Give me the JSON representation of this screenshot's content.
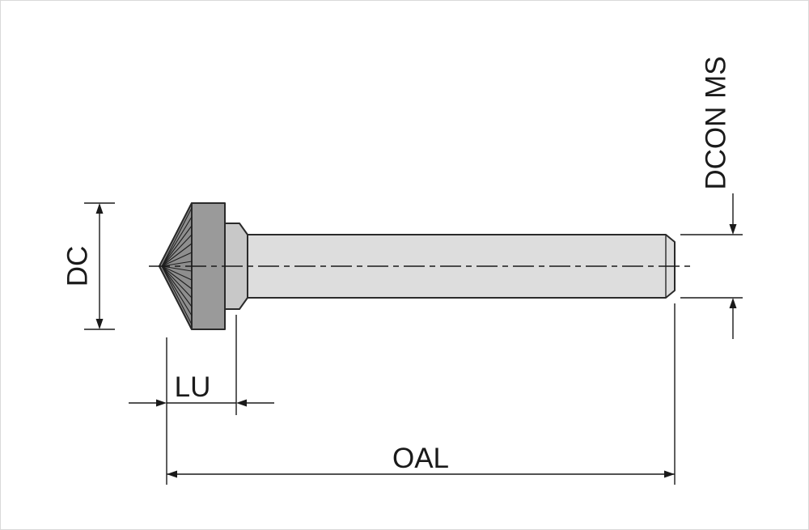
{
  "diagram": {
    "labels": {
      "dc": "DC",
      "lu": "LU",
      "oal": "OAL",
      "dcon_ms": "DCON MS"
    },
    "colors": {
      "line": "#1a1a1a",
      "outline": "#2a2a2a",
      "head_fill": "#9a9a9a",
      "cone_fill": "#8e8e8e",
      "neck_fill": "#c8c8c8",
      "shank_fill": "#dddddd",
      "background": "#ffffff"
    }
  }
}
